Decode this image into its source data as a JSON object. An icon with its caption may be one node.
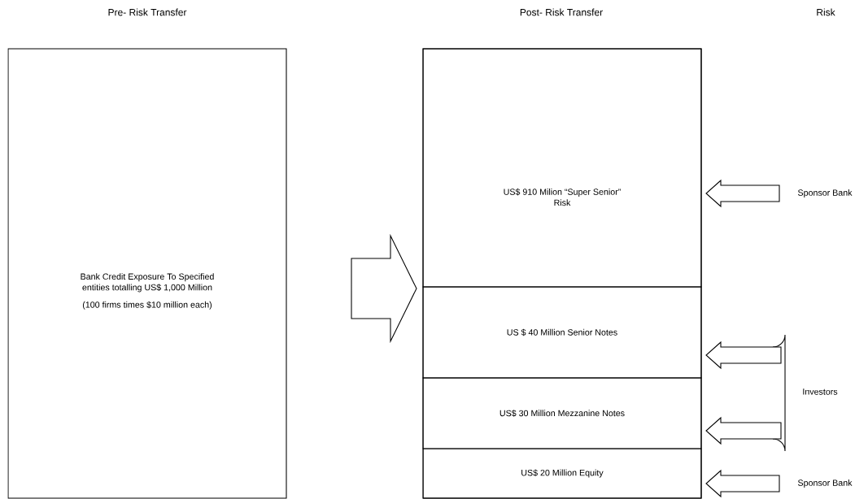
{
  "diagram": {
    "nodes": [
      {
        "text": [
          "Bank Credit Exposure To Specified entities totalling US$ 1,000 Million",
          "(100 firms times $10 million each)"
        ]
      },
      {
        "text": [],
        "shape": "box"
      },
      {
        "text": [
          "US$ 910 Milion “Super Senior” Risk"
        ],
        "in": 1
      },
      {
        "text": [
          "US $ 40 Million Senior Notes"
        ],
        "in": 1
      },
      {
        "text": [
          "US$ 30 Million Mezzanine Notes"
        ],
        "in": 1
      },
      {
        "text": [
          "US$ 20 Million Equity"
        ],
        "in": 1
      },
      {
        "text": [
          "Sponsor Bank"
        ]
      },
      {
        "text": [
          "Investors"
        ]
      },
      {
        "text": [
          "Sponsor Bank"
        ]
      }
    ],
    "edges": [
      {
        "from": 0,
        "to": 1,
        "arrow": "to"
      },
      {
        "from": 6,
        "to": 2,
        "arrow": "to"
      },
      {
        "from": 7,
        "to": 3,
        "arrow": "to"
      },
      {
        "from": 7,
        "to": 4,
        "arrow": "to"
      },
      {
        "from": 8,
        "to": 5,
        "arrow": "to"
      }
    ],
    "labels": [
      "Pre- Risk Transfer",
      "Post- Risk Transfer",
      "Risk"
    ]
  }
}
